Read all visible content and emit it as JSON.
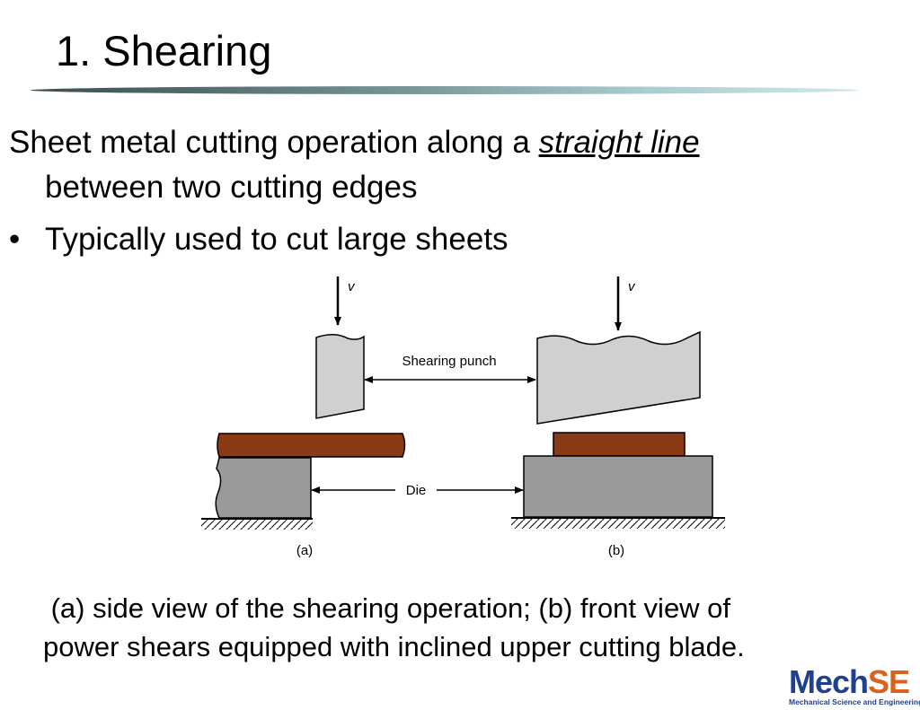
{
  "slide": {
    "title": "1. Shearing",
    "definition_start": "Sheet metal cutting operation along a ",
    "definition_emphasis": "straight line",
    "definition_end": "between two cutting edges",
    "bullets": [
      "Typically used to cut large sheets"
    ],
    "caption_line1": " (a) side view of the shearing operation; (b) front view of",
    "caption_line2": "power shears equipped with inclined upper cutting blade."
  },
  "figure": {
    "velocity_label": "v",
    "punch_label": "Shearing punch",
    "die_label": "Die",
    "panel_a_label": "(a)",
    "panel_b_label": "(b)",
    "colors": {
      "sheet": "#8a3a14",
      "punch": "#d0d0d0",
      "die": "#9a9a9a"
    }
  },
  "logo": {
    "mech": "Mech",
    "se": "SE",
    "subtitle": "Mechanical Science and Engineering"
  }
}
